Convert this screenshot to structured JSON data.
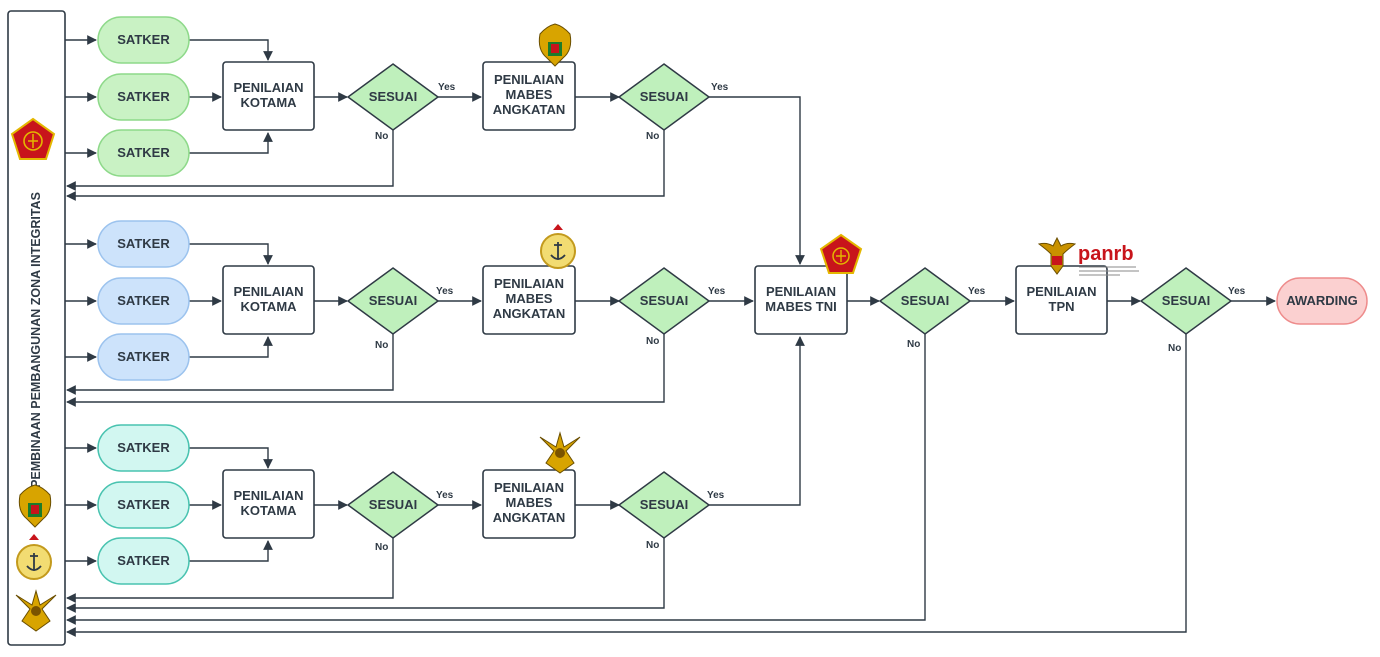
{
  "sidebar": {
    "label": "PEMBINAAN PEMBANGUNAN ZONA INTEGRITAS"
  },
  "labels": {
    "satker": "SATKER",
    "sesuai": "SESUAI",
    "yes": "Yes",
    "no": "No",
    "kotama_line1": "PENILAIAN",
    "kotama_line2": "KOTAMA",
    "mabes_line1": "PENILAIAN",
    "mabes_line2": "MABES",
    "mabes_line3": "ANGKATAN",
    "tni_line1": "PENILAIAN",
    "tni_line2": "MABES TNI",
    "tpn_line1": "PENILAIAN",
    "tpn_line2": "TPN",
    "awarding": "AWARDING",
    "panrb": "panrb"
  },
  "icons": {
    "tni": "tni-emblem-icon",
    "army": "army-emblem-icon",
    "navy": "navy-emblem-icon",
    "airforce": "airforce-emblem-icon",
    "garuda": "garuda-emblem-icon"
  },
  "colors": {
    "green_fill": "#c9f2c4",
    "green_stroke": "#8ed98a",
    "blue_fill": "#cde3fb",
    "blue_stroke": "#9cc3ee",
    "teal_fill": "#d2f7f1",
    "teal_stroke": "#49c3b0",
    "diamond_fill": "#bff0bc",
    "award_fill": "#fbd0d0",
    "award_stroke": "#ee8c8c",
    "line": "#2f3a45"
  }
}
